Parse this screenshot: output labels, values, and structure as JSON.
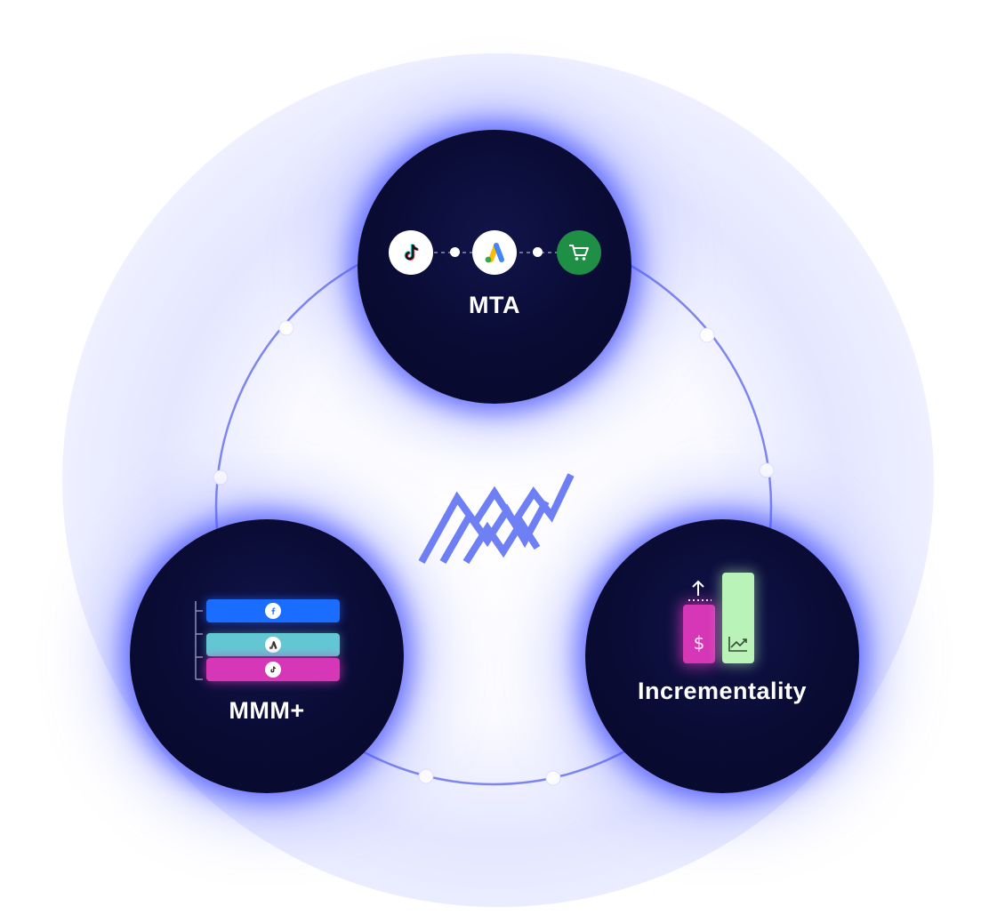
{
  "nodes": {
    "mta": {
      "label": "MTA",
      "icons": [
        "tiktok-icon",
        "google-ads-icon",
        "shopping-cart-icon"
      ]
    },
    "mmm": {
      "label": "MMM+",
      "bars": [
        {
          "icon": "facebook-icon",
          "color": "#1a6dff"
        },
        {
          "icon": "google-ads-icon",
          "color": "#63c7d3"
        },
        {
          "icon": "tiktok-icon",
          "color": "#d637b6"
        }
      ]
    },
    "incrementality": {
      "label": "Incrementality",
      "icons": [
        "up-arrow-icon",
        "dollar-icon",
        "trend-chart-icon"
      ]
    }
  },
  "colors": {
    "node_fill": "#090b33",
    "ring": "#7d86f0",
    "glow": "#4650ff",
    "logo": "#6f7ff4",
    "cart_green": "#1e8f45",
    "pink": "#d637b6",
    "mint": "#b9f3b7",
    "teal": "#63c7d3",
    "blue": "#1a6dff"
  },
  "center_logo": "brand-logo"
}
